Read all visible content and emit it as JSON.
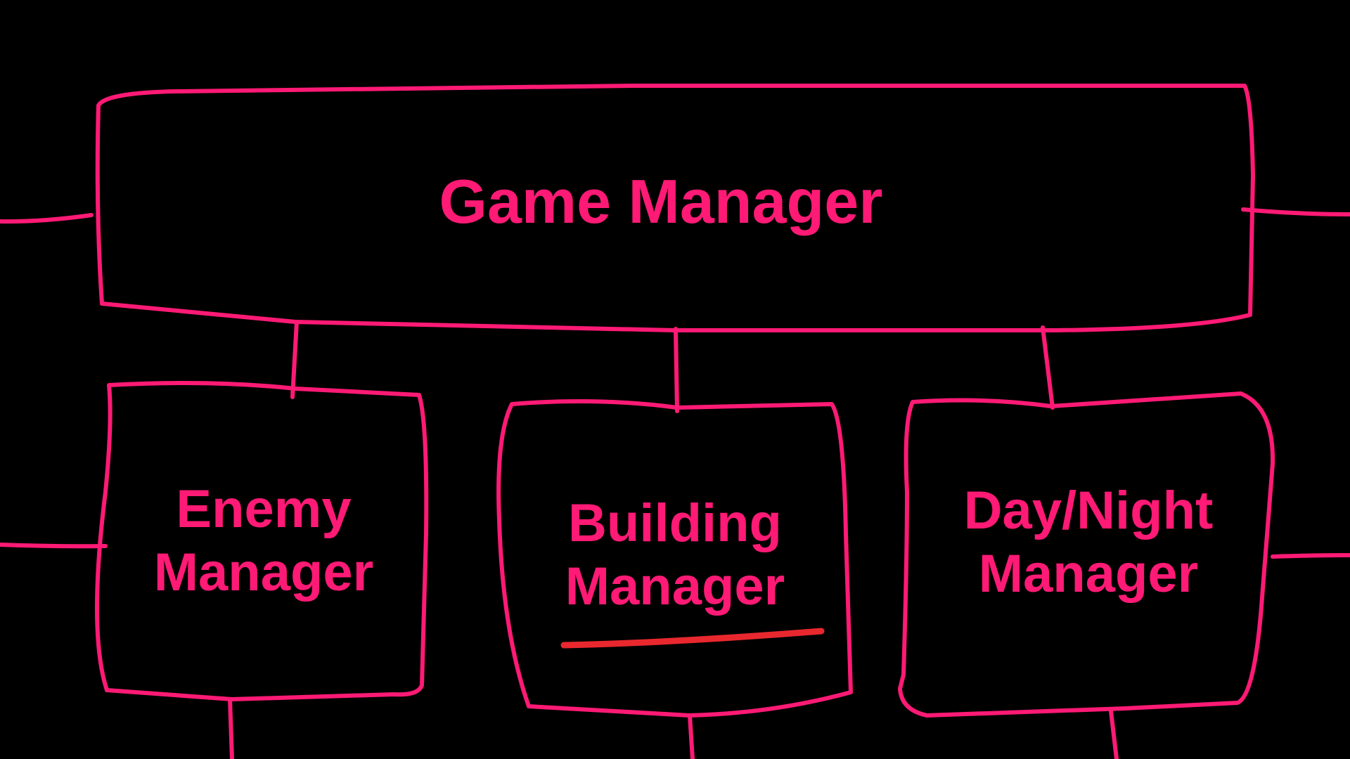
{
  "colors": {
    "background": "#000000",
    "stroke": "#ff1a75",
    "text": "#ff1a75",
    "underline": "#e8282e"
  },
  "nodes": {
    "game_manager": {
      "line1": "Game Manager"
    },
    "enemy_manager": {
      "line1": "Enemy",
      "line2": "Manager"
    },
    "building_manager": {
      "line1": "Building",
      "line2": "Manager"
    },
    "day_night_manager": {
      "line1": "Day/Night",
      "line2": "Manager"
    }
  }
}
